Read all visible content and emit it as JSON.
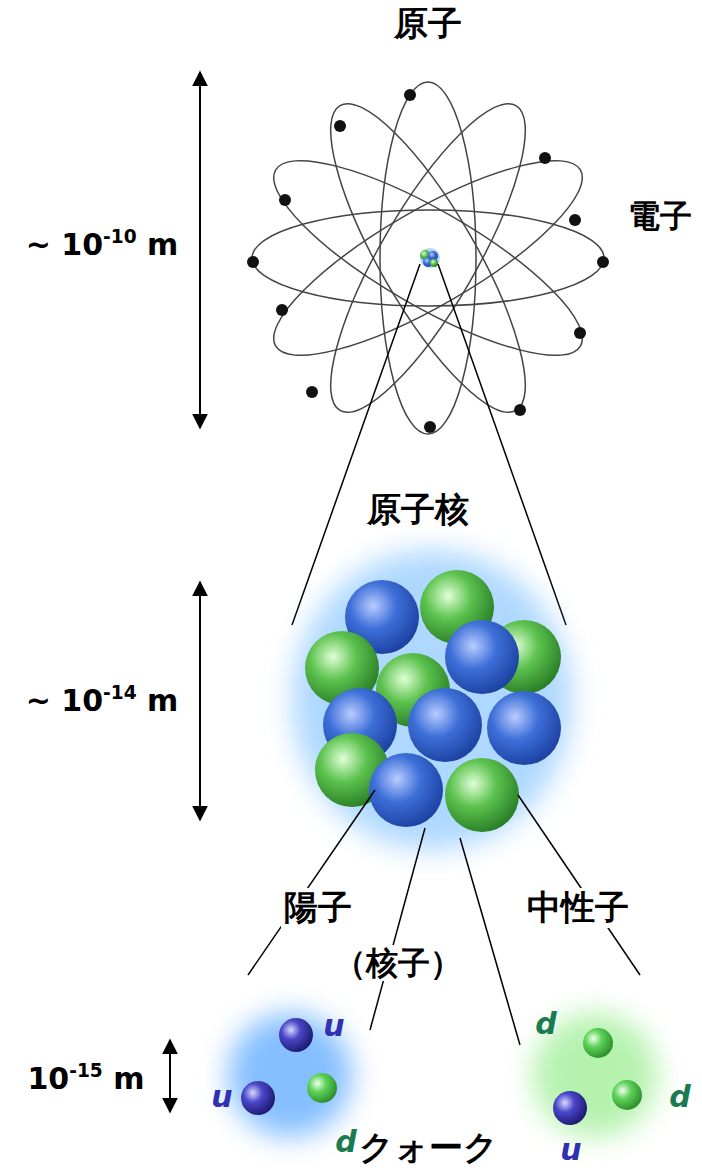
{
  "diagram": {
    "labels": [
      "原子",
      "電子",
      "~ 10-10 m",
      "原子核",
      "~ 10-14 m",
      "陽子",
      "中性子",
      "（核子）",
      "d",
      "u",
      "10-15 m",
      "u",
      "d",
      "d",
      "u",
      "クォーク"
    ]
  }
}
